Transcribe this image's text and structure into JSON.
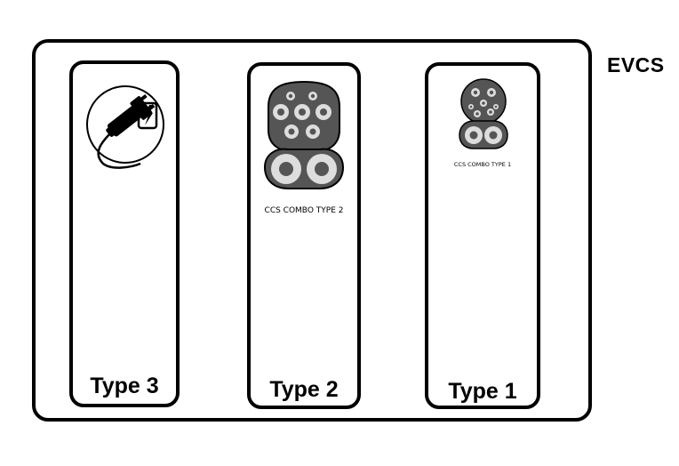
{
  "container": {
    "label": "EVCS"
  },
  "cards": [
    {
      "title": "Type 3",
      "icon": "charging-plug-icon"
    },
    {
      "title": "Type 2",
      "icon": "ccs-combo-type-2-connector-icon",
      "caption": "CCS COMBO TYPE 2"
    },
    {
      "title": "Type 1",
      "icon": "ccs-combo-type-1-connector-icon",
      "caption": "CCS COMBO TYPE 1"
    }
  ],
  "colors": {
    "connector_body": "#555555",
    "pin_light": "#dddddd",
    "outline": "#000000",
    "background": "#ffffff"
  }
}
